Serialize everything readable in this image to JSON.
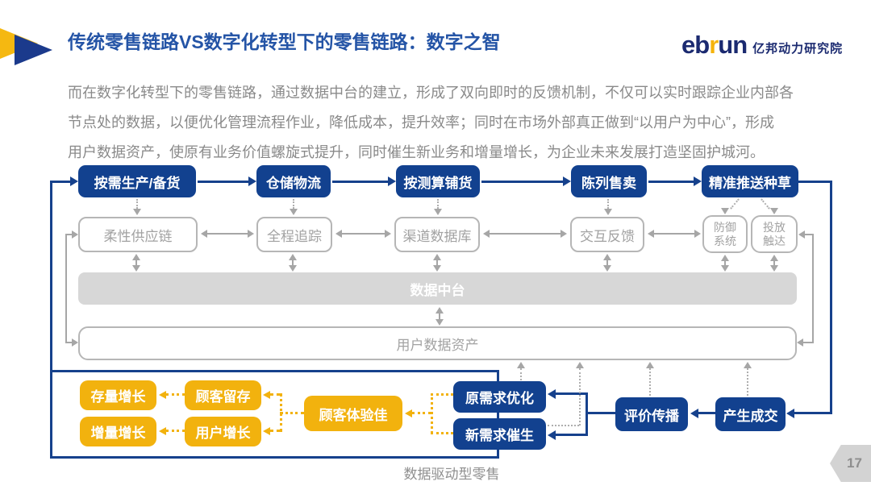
{
  "header": {
    "title": "传统零售链路VS数字化转型下的零售链路：数字之智",
    "logo": {
      "part1": "eb",
      "part2": "r",
      "part3": "un",
      "name": "亿邦动力研究院"
    }
  },
  "intro": {
    "line1": "而在数字化转型下的零售链路，通过数据中台的建立，形成了双向即时的反馈机制，不仅可以实时跟踪企业内部各",
    "line2": "节点处的数据，以便优化管理流程作业，降低成本，提升效率；同时在市场外部真正做到“以用户为中心”，形成",
    "line3": "用户数据资产，使原有业务价值螺旋式提升，同时催生新业务和增量增长，为企业未来发展打造坚固护城河。"
  },
  "diagram": {
    "top_flow": [
      {
        "label": "按需生产/备货"
      },
      {
        "label": "仓储物流"
      },
      {
        "label": "按测算铺货"
      },
      {
        "label": "陈列售卖"
      },
      {
        "label": "精准推送种草"
      }
    ],
    "capability_row": [
      {
        "label": "柔性供应链"
      },
      {
        "label": "全程追踪"
      },
      {
        "label": "渠道数据库"
      },
      {
        "label": "交互反馈"
      },
      {
        "label": "防御\n系统"
      },
      {
        "label": "投放\n触达"
      }
    ],
    "data_platform": "数据中台",
    "user_data_asset": "用户数据资产",
    "growth": {
      "stock": "存量增长",
      "retention": "顾客留存",
      "increment": "增量增长",
      "user_growth": "用户增长",
      "experience": "顾客体验佳"
    },
    "demand": {
      "optimize": "原需求优化",
      "create": "新需求催生"
    },
    "spread": "评价传播",
    "deal": "产生成交",
    "caption": "数据驱动型零售"
  },
  "page": {
    "number": "17"
  },
  "colors": {
    "primary_blue": "#12418f",
    "line_blue": "#16418c",
    "title_blue": "#2454a6",
    "accent_yellow": "#f2b20e",
    "gray": "#a6a6a6"
  }
}
